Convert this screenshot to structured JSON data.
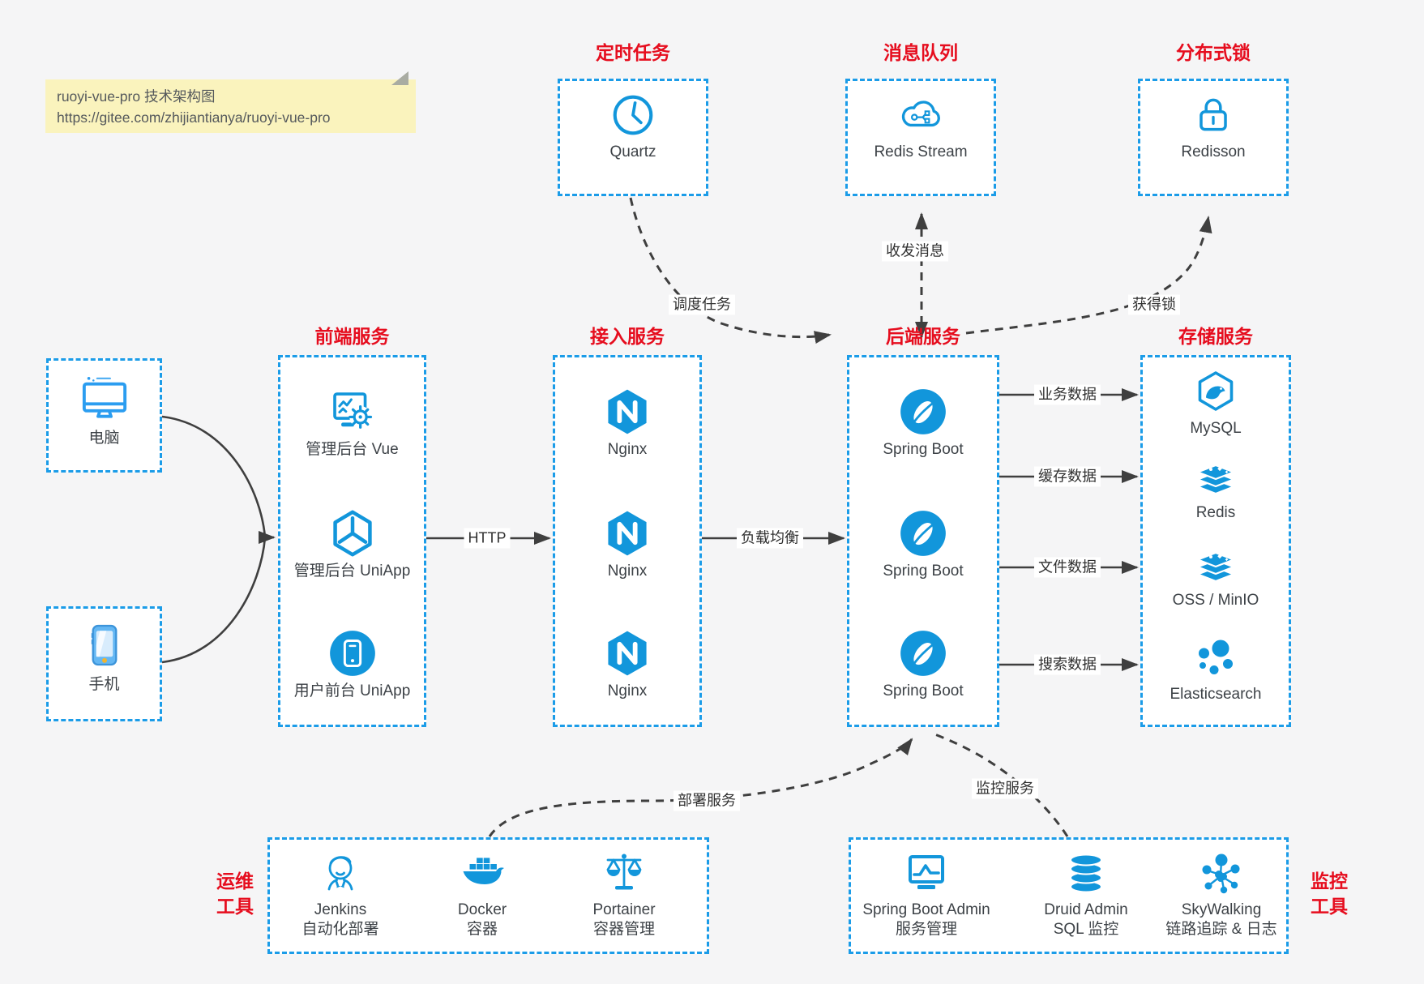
{
  "note": {
    "title": "ruoyi-vue-pro 技术架构图",
    "url": "https://gitee.com/zhijiantianya/ruoyi-vue-pro"
  },
  "colors": {
    "accent_blue": "#1296db",
    "border_blue": "#1b9ce8",
    "title_red": "#e60d1e",
    "arrow_gray": "#3f3f3f",
    "note_bg": "#faf3bd",
    "canvas_bg": "#f5f5f6"
  },
  "top_groups": [
    {
      "title": "定时任务",
      "item": {
        "icon": "clock-icon",
        "label": "Quartz"
      }
    },
    {
      "title": "消息队列",
      "item": {
        "icon": "cloud-circuit-icon",
        "label": "Redis Stream"
      }
    },
    {
      "title": "分布式锁",
      "item": {
        "icon": "lock-icon",
        "label": "Redisson"
      }
    }
  ],
  "clients": [
    {
      "icon": "desktop-icon",
      "label": "电脑"
    },
    {
      "icon": "smartphone-icon",
      "label": "手机"
    }
  ],
  "service_columns": [
    {
      "title": "前端服务",
      "items": [
        {
          "icon": "admin-vue-icon",
          "label": "管理后台 Vue"
        },
        {
          "icon": "cube-icon",
          "label": "管理后台 UniApp"
        },
        {
          "icon": "mobile-app-icon",
          "label": "用户前台 UniApp"
        }
      ]
    },
    {
      "title": "接入服务",
      "items": [
        {
          "icon": "nginx-icon",
          "label": "Nginx"
        },
        {
          "icon": "nginx-icon",
          "label": "Nginx"
        },
        {
          "icon": "nginx-icon",
          "label": "Nginx"
        }
      ]
    },
    {
      "title": "后端服务",
      "items": [
        {
          "icon": "spring-icon",
          "label": "Spring Boot"
        },
        {
          "icon": "spring-icon",
          "label": "Spring Boot"
        },
        {
          "icon": "spring-icon",
          "label": "Spring Boot"
        }
      ]
    },
    {
      "title": "存储服务",
      "items": [
        {
          "icon": "mysql-icon",
          "label": "MySQL"
        },
        {
          "icon": "redis-stack-icon",
          "label": "Redis"
        },
        {
          "icon": "redis-stack-icon",
          "label": "OSS / MinIO"
        },
        {
          "icon": "elasticsearch-icon",
          "label": "Elasticsearch"
        }
      ]
    }
  ],
  "tool_groups": [
    {
      "side_label": {
        "line1": "运维",
        "line2": "工具"
      },
      "items": [
        {
          "icon": "jenkins-icon",
          "label": "Jenkins",
          "sublabel": "自动化部署"
        },
        {
          "icon": "docker-icon",
          "label": "Docker",
          "sublabel": "容器"
        },
        {
          "icon": "portainer-icon",
          "label": "Portainer",
          "sublabel": "容器管理"
        }
      ]
    },
    {
      "side_label": {
        "line1": "监控",
        "line2": "工具"
      },
      "items": [
        {
          "icon": "monitor-chart-icon",
          "label": "Spring Boot Admin",
          "sublabel": "服务管理"
        },
        {
          "icon": "database-icon",
          "label": "Druid Admin",
          "sublabel": "SQL 监控"
        },
        {
          "icon": "topology-icon",
          "label": "SkyWalking",
          "sublabel": "链路追踪 & 日志"
        }
      ]
    }
  ],
  "edges": {
    "http": "HTTP",
    "load_balance": "负载均衡",
    "business": "业务数据",
    "cache": "缓存数据",
    "file": "文件数据",
    "search": "搜索数据",
    "schedule": "调度任务",
    "messaging": "收发消息",
    "lock": "获得锁",
    "deploy": "部署服务",
    "monitor": "监控服务"
  }
}
